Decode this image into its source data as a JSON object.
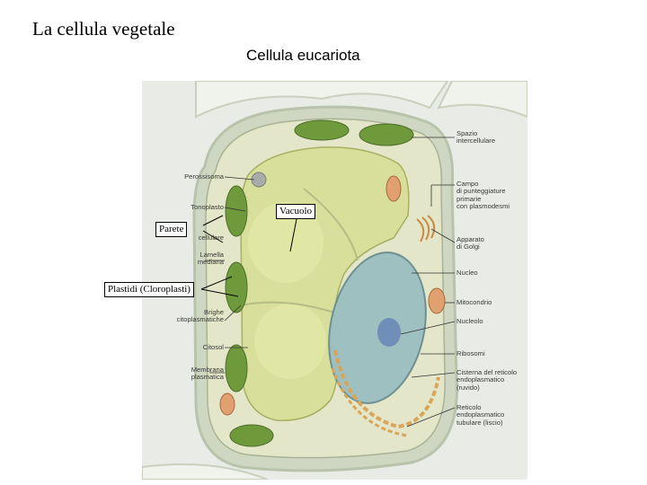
{
  "title": "La cellula vegetale",
  "subtitle": "Cellula eucariota",
  "callouts": {
    "vacuolo": "Vacuolo",
    "parete": "Parete",
    "plastidi": "Plastidi (Cloroplasti)"
  },
  "labels_left": {
    "perossisoma": "Perossisoma",
    "tonoplasto": "Tonoplasto",
    "parete_cellulare_hidden": "cellulare",
    "lamella_mediana": "Lamella\nmediana",
    "brighe": "Brighe\ncitoplasmatiche",
    "citosol": "Citosol",
    "membrana_plasmatica": "Membrana\nplasmatica"
  },
  "labels_right": {
    "spazio_intercellulare": "Spazio\nintercellulare",
    "campo": "Campo\ndi punteggiature\nprimarie\ncon plasmodesmi",
    "apparato_golgi": "Apparato\ndi Golgi",
    "nucleo": "Nucleo",
    "mitocondrio": "Mitocondrio",
    "nucleolo": "Nucleolo",
    "ribosomi": "Ribosomi",
    "cisterna_reticolo": "Cisterna del reticolo\nendoplasmatico\n(ruvido)",
    "reticolo_tubulare": "Reticolo\nendoplasmatico\ntubulare (liscio)"
  },
  "colors": {
    "background": "#e9ece6",
    "cell_wall": "#cfd6c2",
    "cytoplasm": "#e3e6c8",
    "vacuole": "#d7df9a",
    "nucleus": "#9fc0c0",
    "nucleolus": "#6f8fb8",
    "chloroplast": "#6e9a3c",
    "mitochondrion": "#e0a070"
  }
}
